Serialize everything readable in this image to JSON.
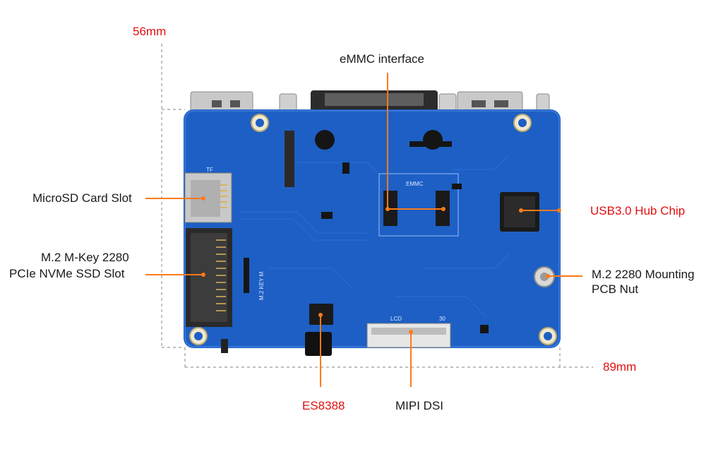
{
  "dimensions": {
    "height": "56mm",
    "width": "89mm"
  },
  "callouts": {
    "emmc": "eMMC interface",
    "microsd": "MicroSD Card Slot",
    "m2_line1": "M.2 M-Key 2280",
    "m2_line2": "PCIe NVMe SSD Slot",
    "usb_hub": "USB3.0 Hub Chip",
    "nut_line1": "M.2 2280 Mounting",
    "nut_line2": "PCB Nut",
    "es8388": "ES8388",
    "mipi": "MIPI DSI"
  },
  "silkscreen": {
    "emmc": "EMMC",
    "tf": "TF",
    "m2key": "M.2 KEY M",
    "lcd": "LCD",
    "pin30": "30"
  },
  "colors": {
    "board": "#1d5fc4",
    "callout_line": "#ff7a1a",
    "accent": "#e01010"
  }
}
